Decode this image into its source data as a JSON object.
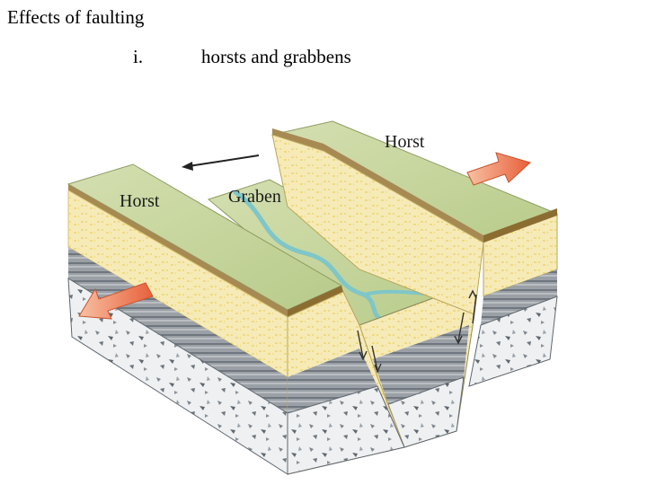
{
  "slide": {
    "title": "Effects of faulting",
    "item_number": "i.",
    "item_text": "horsts and grabbens"
  },
  "diagram": {
    "labels": {
      "horst_left": "Horst",
      "horst_right": "Horst",
      "graben": "Graben"
    },
    "colors": {
      "surface_green": "#c9d8a4",
      "sandstone_yellow": "#f6eab7",
      "shale_gray": "#8a9096",
      "granite_white": "#eef0f2",
      "river_blue": "#7fc6c8",
      "arrow_orange": "#ee7a52"
    }
  }
}
